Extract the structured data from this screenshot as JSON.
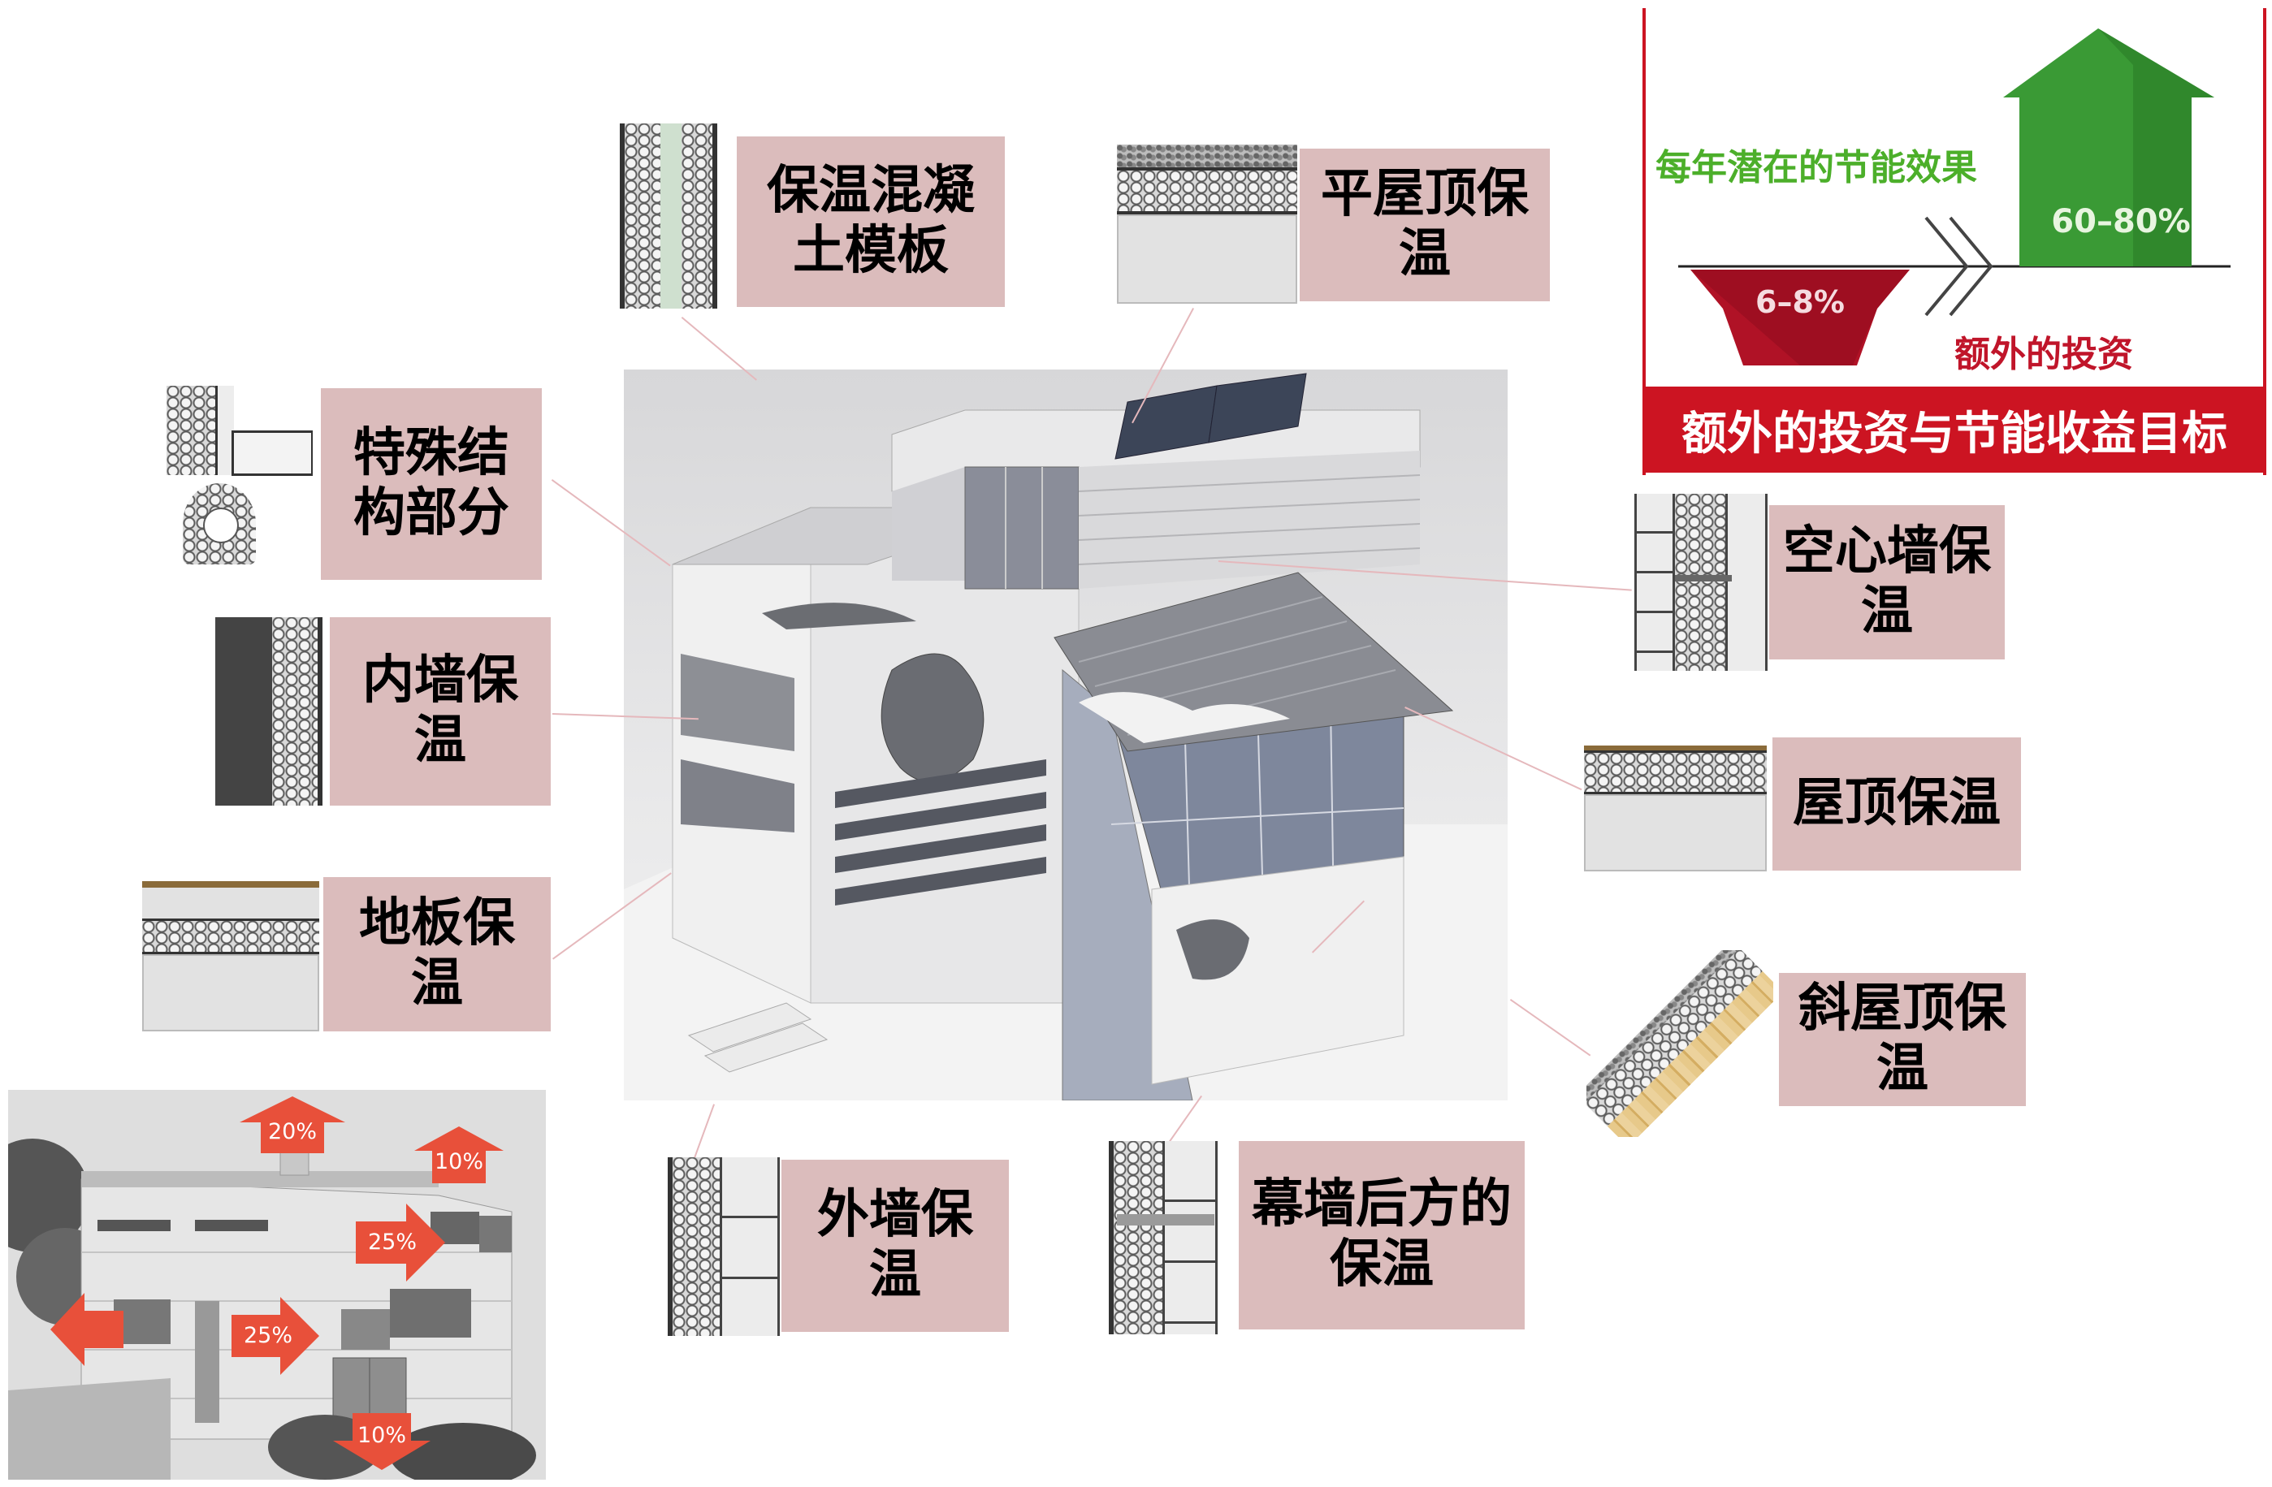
{
  "labels": {
    "concrete_formwork": "保温混凝\n土模板",
    "flat_roof": "平屋顶保\n温",
    "special_structure": "特殊结\n构部分",
    "interior_wall": "内墙保温",
    "floor": "地板保温",
    "cavity_wall": "空心墙保\n温",
    "roof": "屋顶保温",
    "pitched_roof": "斜屋顶保\n温",
    "exterior_wall": "外墙保温",
    "curtain_wall": "幕墙后方的\n保温"
  },
  "investment_panel": {
    "potential_savings_label": "每年潜在的节能效果",
    "savings_value": "60–80%",
    "extra_cost_value": "6–8%",
    "extra_investment_label": "额外的投资",
    "banner": "额外的投资与节能收益目标",
    "colors": {
      "up_arrow": "#3a9a35",
      "down_arrow": "#b01226",
      "banner": "#cc1422",
      "savings_text": "#4caf2a",
      "investment_text": "#c0152a"
    }
  },
  "heat_loss_photo": {
    "arrows": [
      {
        "id": "roof-left",
        "value": "20%",
        "direction": "up"
      },
      {
        "id": "roof-right",
        "value": "10%",
        "direction": "up"
      },
      {
        "id": "wall-upper",
        "value": "25%",
        "direction": "right"
      },
      {
        "id": "wall-lower",
        "value": "25%",
        "direction": "right"
      },
      {
        "id": "side",
        "value": "",
        "direction": "left"
      },
      {
        "id": "floor",
        "value": "10%",
        "direction": "down"
      }
    ],
    "arrow_color": "#e8503a"
  },
  "colors": {
    "label_bg": "#dbbcbc",
    "connector": "#e5b8bc"
  }
}
